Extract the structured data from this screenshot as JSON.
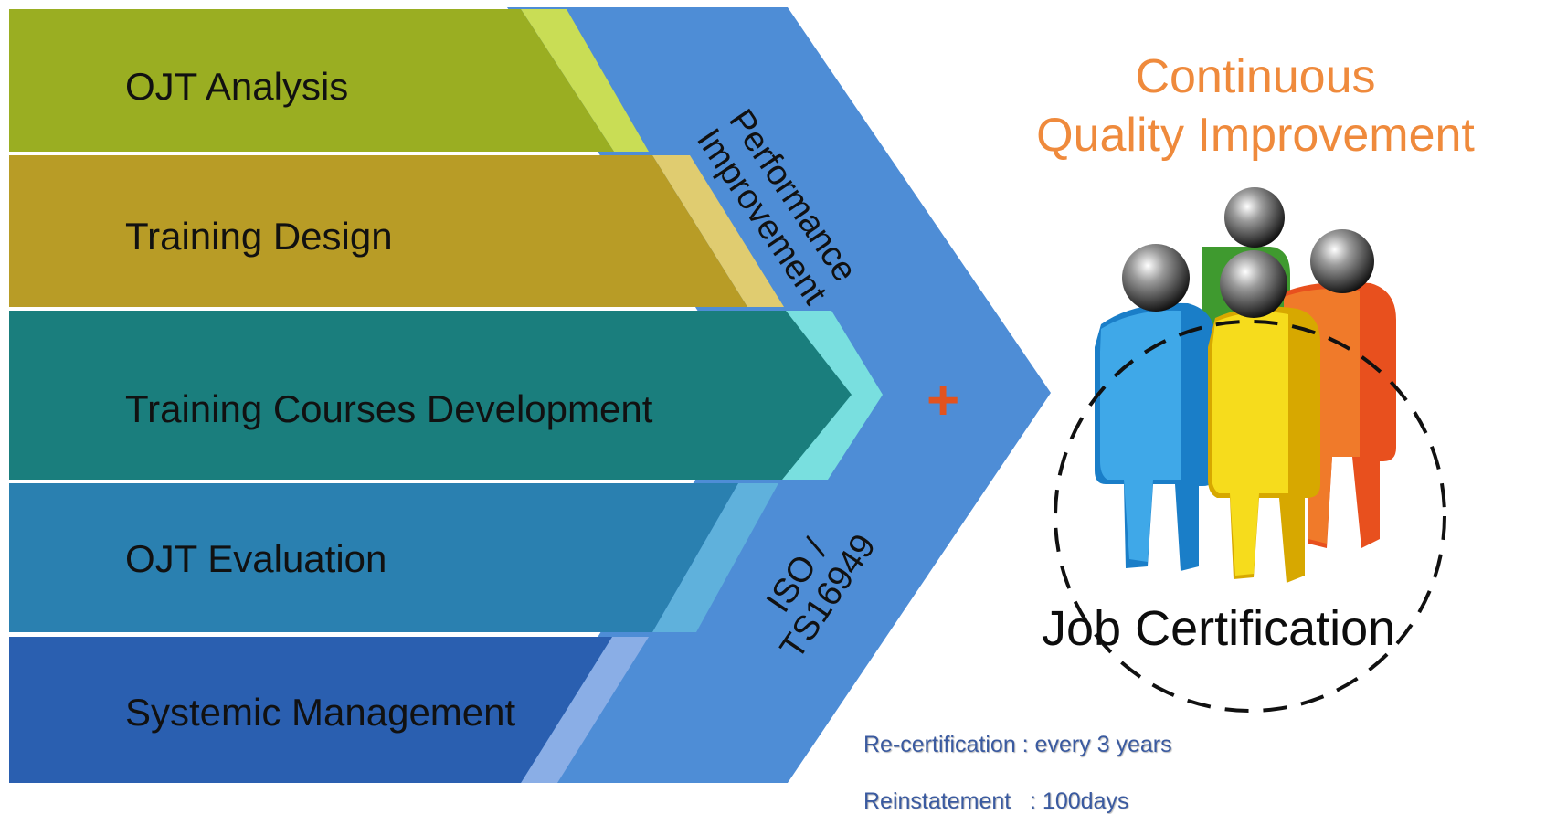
{
  "stages": [
    {
      "label": "OJT Analysis",
      "color": "#9aae22",
      "accent": "#c9dd55"
    },
    {
      "label": "Training Design",
      "color": "#b89c26",
      "accent": "#e0cc70"
    },
    {
      "label": "Training Courses Development",
      "color": "#1a7e7d",
      "accent": "#79dfdf"
    },
    {
      "label": "OJT Evaluation",
      "color": "#2a80b0",
      "accent": "#5fb1dc"
    },
    {
      "label": "Systemic Management",
      "color": "#2a5fb0",
      "accent": "#8aaee6"
    }
  ],
  "chevron": {
    "color": "#4e8dd6",
    "top_label": [
      "Performance",
      "Improvement"
    ],
    "bottom_label": [
      "ISO /",
      "TS16949"
    ],
    "plus": "+"
  },
  "title": {
    "lines": [
      "Continuous",
      "Quality Improvement"
    ],
    "color": "#ef8a3c"
  },
  "figure_icon": "people-group-icon",
  "circle": {
    "label": "Job Certification"
  },
  "notes": [
    "Re-certification : every 3 years",
    "Reinstatement   : 100days"
  ]
}
